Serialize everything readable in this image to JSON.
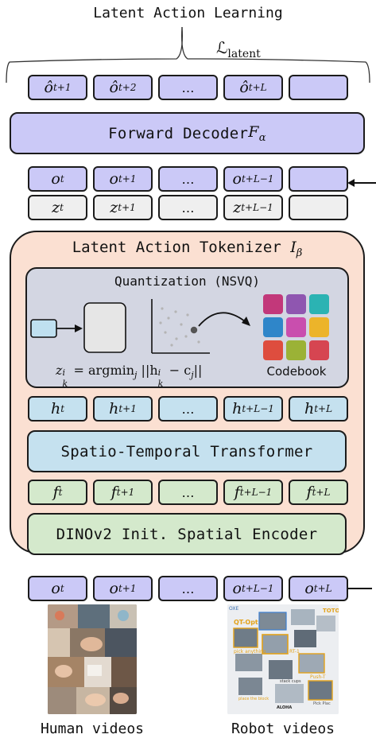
{
  "top_title": "Latent Action Learning",
  "loss_label": "ℒ",
  "loss_sub": "latent",
  "predicted_row": [
    {
      "sym": "ô",
      "sub": "t+1"
    },
    {
      "sym": "ô",
      "sub": "t+2"
    },
    {
      "sym": "…",
      "sub": ""
    },
    {
      "sym": "ô",
      "sub": "t+L"
    },
    {
      "sym": "",
      "sub": ""
    }
  ],
  "decoder": {
    "label": "Forward Decoder ",
    "sym": "F",
    "sub": "α"
  },
  "obs_row_top": [
    {
      "sym": "o",
      "sub": "t"
    },
    {
      "sym": "o",
      "sub": "t+1"
    },
    {
      "sym": "…",
      "sub": ""
    },
    {
      "sym": "o",
      "sub": "t+L−1"
    },
    {
      "sym": "",
      "sub": ""
    }
  ],
  "latent_row": [
    {
      "sym": "z",
      "sub": "t"
    },
    {
      "sym": "z",
      "sub": "t+1"
    },
    {
      "sym": "…",
      "sub": ""
    },
    {
      "sym": "z",
      "sub": "t+L−1"
    },
    {
      "sym": "",
      "sub": ""
    }
  ],
  "tokenizer": {
    "label": "Latent Action Tokenizer ",
    "sym": "I",
    "sub": "β"
  },
  "quantization": {
    "title": "Quantization (NSVQ)",
    "formula": "z",
    "formula_sup": "i",
    "formula_sub": "k",
    "formula_rest": " = argmin",
    "formula_rest_sub": "j",
    "formula_norm": " ||h",
    "formula_norm_sup": "i",
    "formula_norm_sub": "k",
    "formula_tail": " − c",
    "formula_tail_sub": "j",
    "formula_end": "||",
    "codebook_label": "Codebook",
    "codebook_colors": [
      "#c2387a",
      "#8f56b0",
      "#2bb3b3",
      "#2f86c9",
      "#c94eae",
      "#ecb42a",
      "#de4d3e",
      "#9bb236",
      "#d64551"
    ]
  },
  "h_row": [
    {
      "sym": "h",
      "sub": "t"
    },
    {
      "sym": "h",
      "sub": "t+1"
    },
    {
      "sym": "…",
      "sub": ""
    },
    {
      "sym": "h",
      "sub": "t+L−1"
    },
    {
      "sym": "h",
      "sub": "t+L"
    }
  ],
  "transformer_label": "Spatio-Temporal Transformer",
  "f_row": [
    {
      "sym": "f",
      "sub": "t"
    },
    {
      "sym": "f",
      "sub": "t+1"
    },
    {
      "sym": "…",
      "sub": ""
    },
    {
      "sym": "f",
      "sub": "t+L−1"
    },
    {
      "sym": "f",
      "sub": "t+L"
    }
  ],
  "encoder_label": "DINOv2 Init. Spatial Encoder",
  "obs_row_bottom": [
    {
      "sym": "o",
      "sub": "t"
    },
    {
      "sym": "o",
      "sub": "t+1"
    },
    {
      "sym": "…",
      "sub": ""
    },
    {
      "sym": "o",
      "sub": "t+L−1"
    },
    {
      "sym": "o",
      "sub": "t+L"
    }
  ],
  "human_label": "Human videos",
  "robot_label": "Robot videos",
  "robot_collage_text": [
    "OXE",
    "QT-Opt",
    "RT-1",
    "TOTO",
    "pick anything",
    "place the block",
    "stack cups",
    "Push-T",
    "Pick Plac",
    "ALOHA"
  ],
  "colors": {
    "lavender": "#cbc9f7",
    "peach": "#fbe0d2",
    "panel_gray": "#d3d6e2",
    "blue": "#c5e1ef",
    "green": "#d4e9cc"
  }
}
